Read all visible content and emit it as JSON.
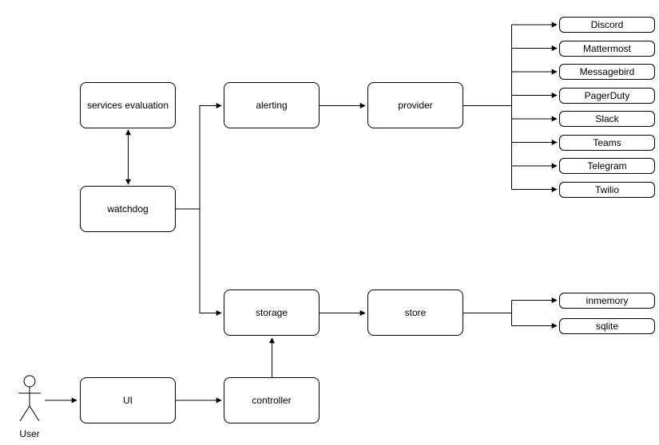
{
  "diagram": {
    "nodes": {
      "services_evaluation": "services evaluation",
      "watchdog": "watchdog",
      "alerting": "alerting",
      "provider": "provider",
      "storage": "storage",
      "store": "store",
      "ui": "UI",
      "controller": "controller"
    },
    "actor": {
      "label": "User"
    },
    "providers": [
      "Discord",
      "Mattermost",
      "Messagebird",
      "PagerDuty",
      "Slack",
      "Teams",
      "Telegram",
      "Twilio"
    ],
    "stores": [
      "inmemory",
      "sqlite"
    ],
    "colors": {
      "stroke": "#000000",
      "fill": "#ffffff",
      "text": "#000000"
    }
  }
}
